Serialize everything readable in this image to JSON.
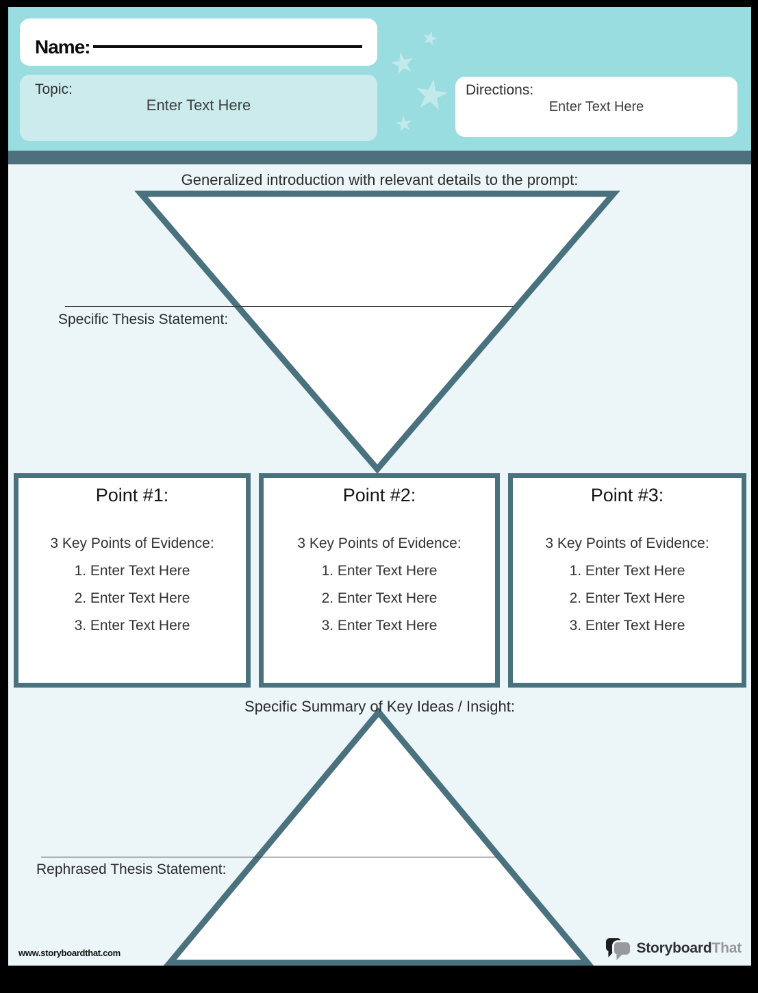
{
  "colors": {
    "frame": "#000000",
    "header_teal": "#9adde0",
    "topic_box_teal": "#cbebec",
    "divider_slate": "#4e707c",
    "body_bg": "#ecf6f8",
    "shape_border": "#4a717e",
    "star": "#c2eaec",
    "text_dark": "#2b2b2b",
    "logo_gray": "#97999c"
  },
  "header": {
    "name_label": "Name:",
    "topic_label": "Topic:",
    "topic_value": "Enter Text Here",
    "directions_label": "Directions:",
    "directions_value": "Enter Text Here"
  },
  "outline": {
    "intro_label": "Generalized introduction with relevant details to the prompt:",
    "thesis_label": "Specific Thesis Statement:",
    "summary_label": "Specific Summary of Key Ideas / Insight:",
    "rephrased_label": "Rephrased Thesis Statement:"
  },
  "points": [
    {
      "title": "Point #1:",
      "evidence_label": "3 Key Points of Evidence:",
      "items": [
        "1. Enter Text Here",
        "2. Enter Text Here",
        "3. Enter Text Here"
      ]
    },
    {
      "title": "Point #2:",
      "evidence_label": "3 Key Points of Evidence:",
      "items": [
        "1. Enter Text Here",
        "2. Enter Text Here",
        "3. Enter Text Here"
      ]
    },
    {
      "title": "Point #3:",
      "evidence_label": "3 Key Points of Evidence:",
      "items": [
        "1. Enter Text Here",
        "2. Enter Text Here",
        "3. Enter Text Here"
      ]
    }
  ],
  "footer": {
    "url": "www.storyboardthat.com",
    "logo_part1": "Storyboard",
    "logo_part2": "That"
  }
}
